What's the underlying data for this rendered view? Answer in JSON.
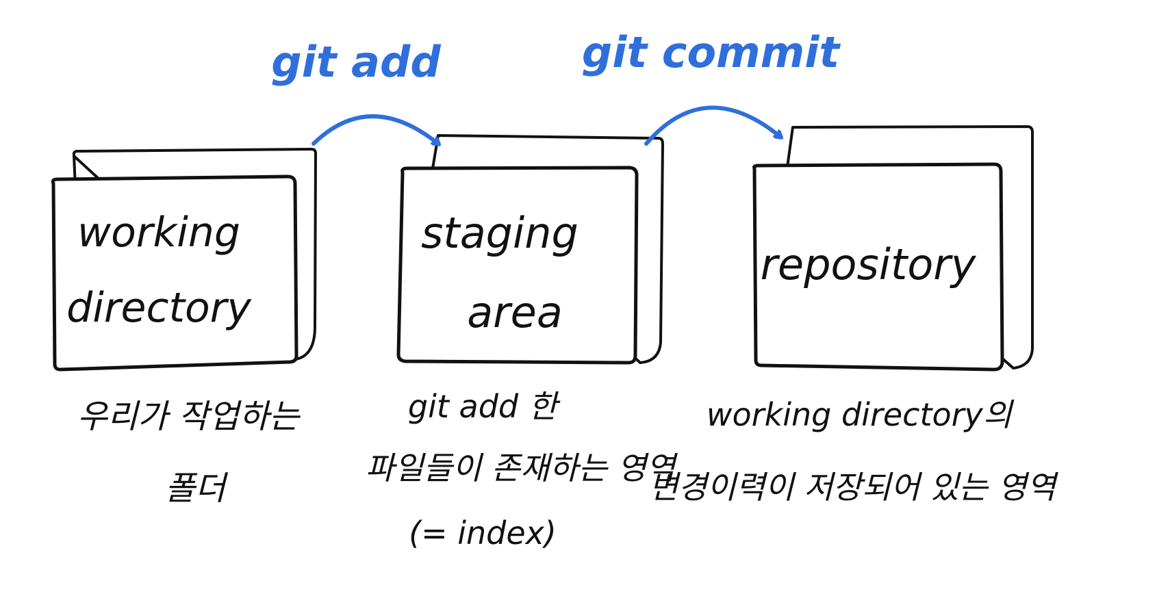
{
  "colors": {
    "ink": "#111111",
    "accent": "#2f6fdb",
    "background": "#ffffff"
  },
  "stages": [
    {
      "label_line1": "working",
      "label_line2": "directory",
      "desc_line1": "우리가 작업하는",
      "desc_line2": "폴더",
      "desc_line3": ""
    },
    {
      "label_line1": "staging",
      "label_line2": "area",
      "desc_line1": "git add 한",
      "desc_line2": "파일들이 존재하는 영역",
      "desc_line3": "(= index)"
    },
    {
      "label_line1": "repository",
      "label_line2": "",
      "desc_line1": "working directory의",
      "desc_line2": "변경이력이 저장되어 있는 영역",
      "desc_line3": ""
    }
  ],
  "arrows": [
    {
      "label": "git add"
    },
    {
      "label": "git commit"
    }
  ]
}
